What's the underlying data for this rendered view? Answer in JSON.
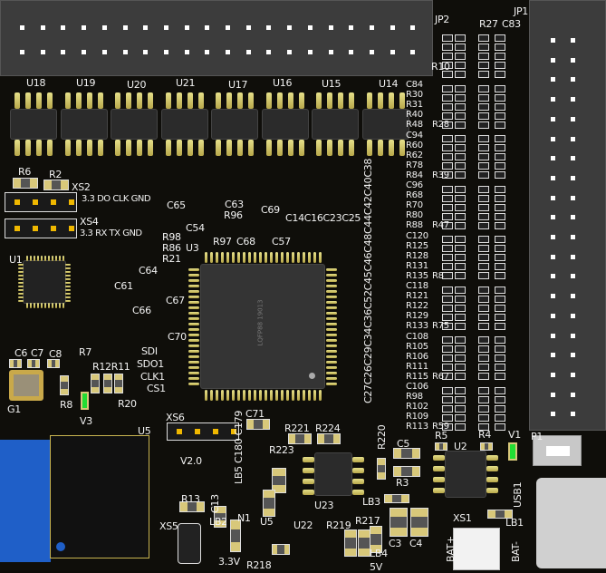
{
  "board": {
    "colors": {
      "solder_mask": "#0f0e0a",
      "silkscreen": "#f2f2f2",
      "pad": "#d8c87a",
      "module_blue": "#1f5fc8",
      "led_green": "#22dd33"
    },
    "chip_marking": "LQFP88 19013",
    "labels": {
      "JP2": "JP2",
      "R27": "R27",
      "C83": "C83",
      "JP1": "JP1",
      "R10": "R10",
      "U18": "U18",
      "U19": "U19",
      "U20": "U20",
      "U21": "U21",
      "U17": "U17",
      "U16": "U16",
      "U15": "U15",
      "U14": "U14",
      "R6": "R6",
      "R2": "R2",
      "XS2": "XS2",
      "XS4": "XS4",
      "XS2pins": "3.3 DO CLK GND",
      "XS4pins": "3.3 RX TX GND",
      "U1": "U1",
      "U3": "U3",
      "C65": "C65",
      "C63": "C63",
      "C69": "C69",
      "R96": "R96",
      "C54": "C54",
      "R97": "R97",
      "C68": "C68",
      "C57": "C57",
      "C14": "C14C16C23C25",
      "R98": "R98",
      "R86": "R86",
      "R21": "R21",
      "C64": "C64",
      "C61": "C61",
      "C67": "C67",
      "C66": "C66",
      "C70": "C70",
      "SDI": "SDI",
      "SDO1": "SDO1",
      "CLK1": "CLK1",
      "CS1": "CS1",
      "C27": "C27C26C29C34C36C52C45C46C48C44C42C40C38",
      "C6": "C6",
      "C7": "C7",
      "C8": "C8",
      "R7": "R7",
      "R12": "R12R11",
      "R8": "R8",
      "G1": "G1",
      "V3": "V3",
      "R20": "R20",
      "U5a": "U5",
      "XS6": "XS6",
      "C71": "C71",
      "V20": "V2.0",
      "R221": "R221",
      "R224": "R224",
      "R223": "R223",
      "LB5": "LB5 C180 C179",
      "R220": "R220",
      "C5": "C5",
      "R3": "R3",
      "U2": "U2",
      "R5": "R5",
      "R4": "R4",
      "V1": "V1",
      "P1": "P1",
      "U23": "U23",
      "LB3": "LB3",
      "N1": "N1",
      "LB2": "LB2",
      "R13": "R13",
      "XS5": "XS5",
      "C13": "C13",
      "U5b": "U5",
      "U22": "U22",
      "R219": "R219",
      "R217": "R217",
      "LB4": "LB4",
      "C3": "C3",
      "C4": "C4",
      "XS1": "XS1",
      "LB1": "LB1",
      "USB1": "USB1",
      "BATp": "BAT+",
      "BATm": "BAT-",
      "V33": "3.3V",
      "R218": "R218",
      "V5": "5V"
    },
    "right_column_groups": [
      {
        "labels": [
          "C84",
          "R30",
          "R31",
          "R40",
          "R48"
        ],
        "side": "R28"
      },
      {
        "labels": [
          "C94",
          "R60",
          "R62",
          "R78",
          "R84"
        ],
        "side": "R39"
      },
      {
        "labels": [
          "C96",
          "R68",
          "R70",
          "R80",
          "R88"
        ],
        "side": "R47"
      },
      {
        "labels": [
          "C120",
          "R125",
          "R128",
          "R131",
          "R135"
        ],
        "side": "R8"
      },
      {
        "labels": [
          "C118",
          "R121",
          "R122",
          "R129",
          "R133"
        ],
        "side": "R75"
      },
      {
        "labels": [
          "C108",
          "R105",
          "R106",
          "R111",
          "R115"
        ],
        "side": "R67"
      },
      {
        "labels": [
          "C106",
          "R98",
          "R102",
          "R109",
          "R113"
        ],
        "side": "R59"
      }
    ]
  }
}
